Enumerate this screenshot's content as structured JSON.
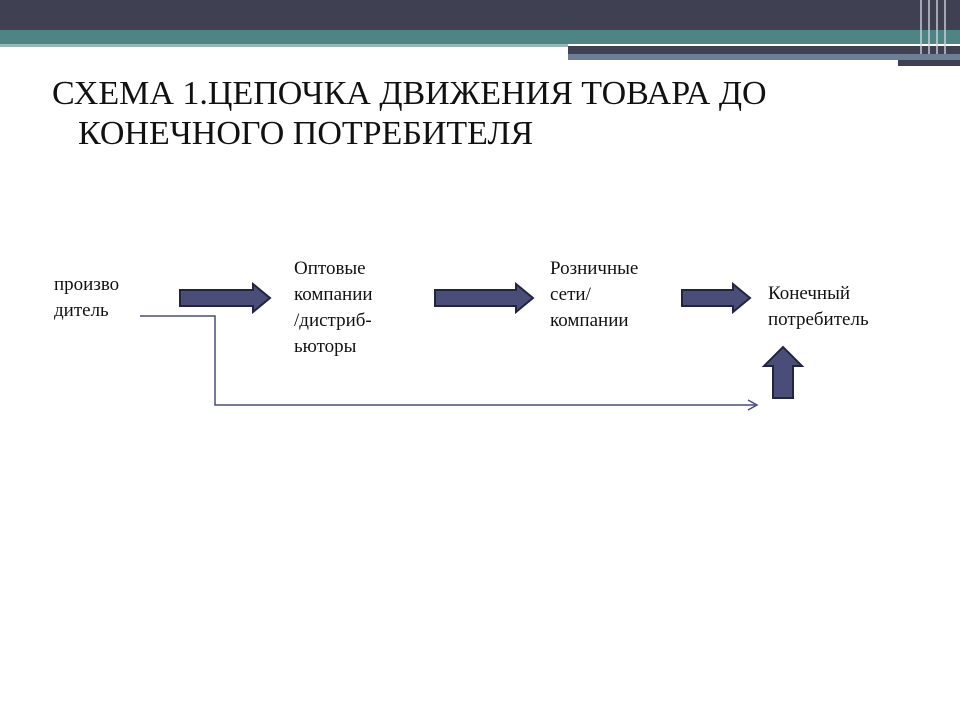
{
  "title": {
    "line1": "СХЕМА 1.ЦЕПОЧКА ДВИЖЕНИЯ ТОВАРА ДО",
    "line2": "КОНЕЧНОГО ПОТРЕБИТЕЛЯ"
  },
  "nodes": {
    "producer": [
      "произво",
      "дитель"
    ],
    "wholesale": [
      "Оптовые",
      "компании",
      "/дистриб-",
      "ьюторы"
    ],
    "retail": [
      "Розничные",
      "сети/",
      "компании"
    ],
    "consumer": [
      "Конечный",
      "потребитель"
    ]
  },
  "colors": {
    "banner_dark": "#3f4052",
    "banner_teal": "#4d8585",
    "arrow_fill": "#4a4d78",
    "arrow_stroke": "#23253f",
    "connector": "#4a4d78"
  }
}
